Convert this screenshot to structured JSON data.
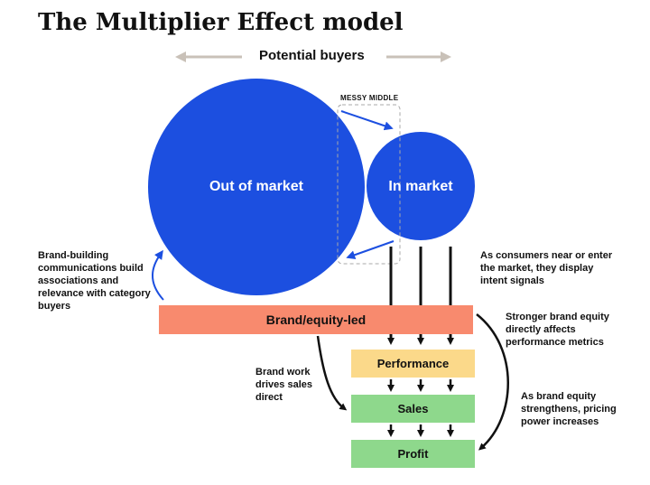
{
  "title": "The Multiplier Effect model",
  "potential_buyers": "Potential buyers",
  "messy_middle": "MESSY MIDDLE",
  "circles": {
    "out_of_market": "Out of market",
    "in_market": "In market"
  },
  "annotations": {
    "brand_building": "Brand-building communications build associations and relevance with category buyers",
    "intent_signals": "As consumers near or enter the market, they display intent signals",
    "stronger_equity": "Stronger brand equity directly affects performance metrics",
    "brand_work": "Brand work drives sales direct",
    "pricing_power": "As brand equity strengthens, pricing power increases"
  },
  "bars": {
    "brand_equity": "Brand/equity-led",
    "performance": "Performance",
    "sales": "Sales",
    "profit": "Profit"
  },
  "colors": {
    "circle_blue": "#1c4fe0",
    "brand_bar": "#f88a6e",
    "performance": "#fbd98a",
    "sales_profit": "#8ed88c",
    "arrow_grey": "#c9c1b8"
  }
}
